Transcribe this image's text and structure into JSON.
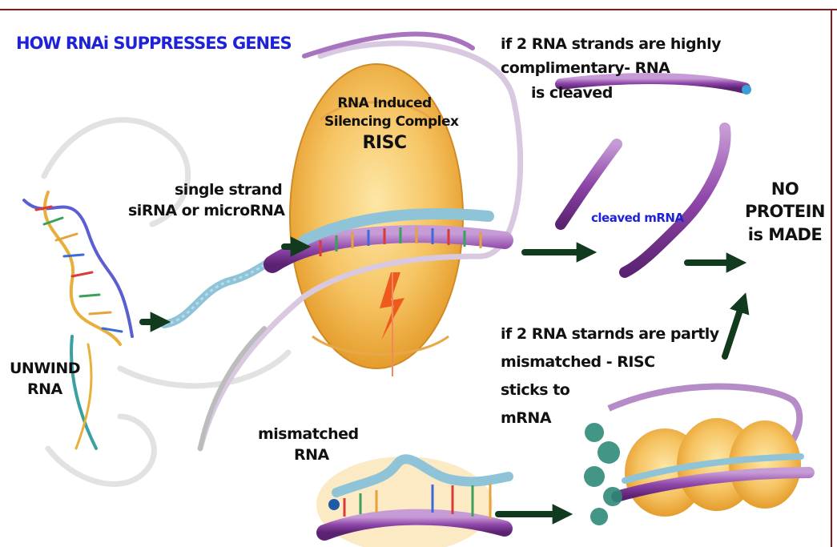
{
  "title": "HOW RNAi SUPPRESSES GENES",
  "labels": {
    "unwind": [
      "UNWIND",
      "RNA"
    ],
    "single_strand": [
      "single strand",
      "siRNA or microRNA"
    ],
    "risc": [
      "RNA Induced",
      "Silencing Complex",
      "RISC"
    ],
    "mismatched": [
      "mismatched",
      "RNA"
    ],
    "highly_complimentary": [
      "if 2 RNA strands are highly",
      "complimentary- RNA",
      "is cleaved"
    ],
    "cleaved_mrna": "cleaved mRNA",
    "no_protein": [
      "NO",
      "PROTEIN",
      "is MADE"
    ],
    "partly_mismatched": [
      "if 2 RNA starnds are partly",
      "mismatched - RISC",
      "sticks to",
      "mRNA"
    ]
  },
  "colors": {
    "title_blue": "#1f22d6",
    "risc_orange": "#f2b84a",
    "mrna_purple": "#7a3a94",
    "sirna_blue": "#8fc4d8",
    "arrow_green": "#123a1e",
    "frame_red": "#8a1a1a"
  }
}
